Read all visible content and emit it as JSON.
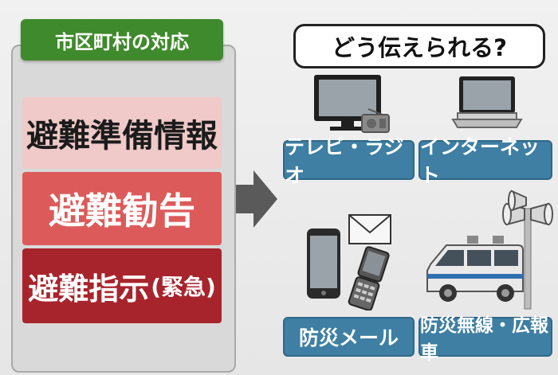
{
  "left": {
    "header": "市区町村の対応",
    "levels": [
      {
        "label": "避難準備情報"
      },
      {
        "label": "避難勧告"
      },
      {
        "label": "避難指示",
        "sub": "(緊急)"
      }
    ]
  },
  "right": {
    "question": "どう伝えられる?",
    "channels": {
      "tv_radio": "テレビ・ラジオ",
      "internet": "インターネット",
      "mail": "防災メール",
      "broadcast": "防災無線・広報車"
    }
  },
  "colors": {
    "header_green": "#3f8a2c",
    "level1": "#f0c9c9",
    "level2": "#dd5a5a",
    "level3": "#a8242c",
    "label_blue": "#3e7fa3"
  }
}
